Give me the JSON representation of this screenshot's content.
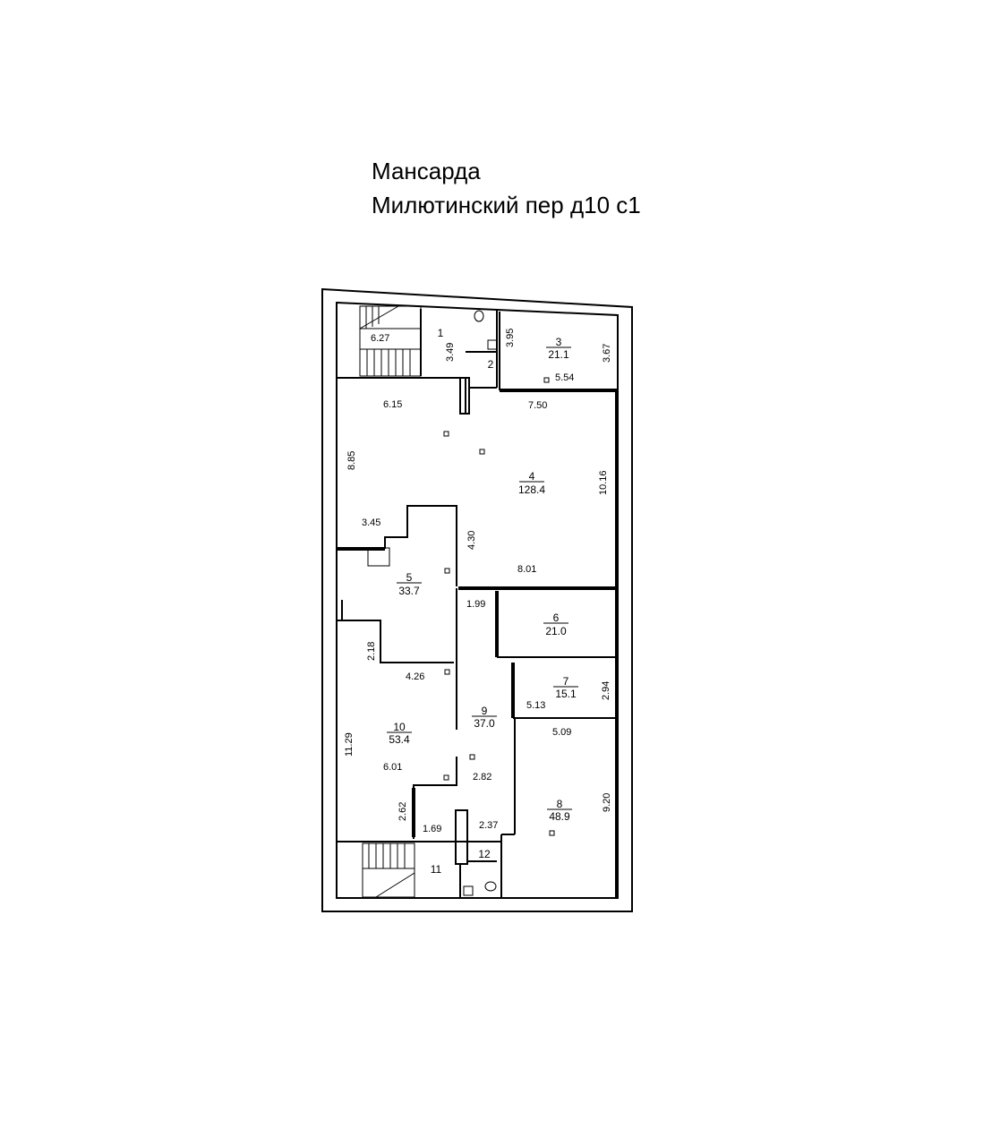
{
  "header": {
    "title": "Мансарда",
    "address": "Милютинский пер д10 с1"
  },
  "rooms": [
    {
      "number": "1",
      "area": ""
    },
    {
      "number": "2",
      "area": ""
    },
    {
      "number": "3",
      "area": "21.1"
    },
    {
      "number": "4",
      "area": "128.4"
    },
    {
      "number": "5",
      "area": "33.7"
    },
    {
      "number": "6",
      "area": "21.0"
    },
    {
      "number": "7",
      "area": "15.1"
    },
    {
      "number": "8",
      "area": "48.9"
    },
    {
      "number": "9",
      "area": "37.0"
    },
    {
      "number": "10",
      "area": "53.4"
    },
    {
      "number": "11",
      "area": ""
    },
    {
      "number": "12",
      "area": ""
    }
  ],
  "dimensions": [
    "6.27",
    "3.49",
    "3.95",
    "3.67",
    "5.54",
    "6.15",
    "7.50",
    "8.85",
    "10.16",
    "3.45",
    "4.30",
    "8.01",
    "1.99",
    "2.18",
    "4.26",
    "5.13",
    "2.94",
    "5.09",
    "11.29",
    "6.01",
    "2.82",
    "2.62",
    "1.69",
    "2.37",
    "9.20"
  ]
}
